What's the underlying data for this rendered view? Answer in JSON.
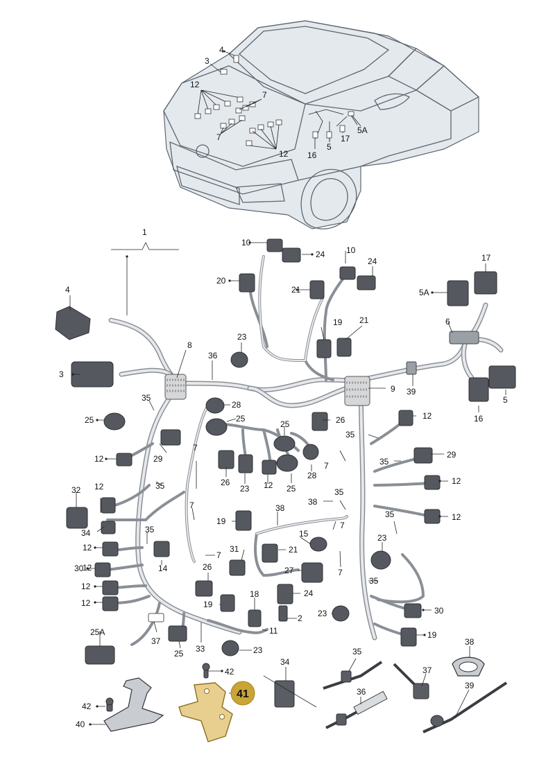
{
  "diagram": {
    "car_labels": {
      "l4": "4",
      "l3": "3",
      "l12a": "12",
      "l7a": "7",
      "l7b": "7",
      "l12b": "12",
      "l16": "16",
      "l5": "5",
      "l17": "17",
      "l5a": "5A"
    },
    "labels": {
      "l1": "1",
      "l10a": "10",
      "l24a": "24",
      "l10b": "10",
      "l24b": "24",
      "l17b": "17",
      "l5ab": "5A",
      "l20": "20",
      "l21a": "21",
      "l4b": "4",
      "l19a": "19",
      "l21b": "21",
      "l6": "6",
      "l8": "8",
      "l36": "36",
      "l23a": "23",
      "l3b": "3",
      "l9": "9",
      "l39a": "39",
      "l5b": "5",
      "l16b": "16",
      "l35a": "35",
      "l28a": "28",
      "l25a": "25",
      "l25b": "25",
      "l26a": "26",
      "l12c": "12",
      "l25c": "25",
      "l35b": "35",
      "l29a": "29",
      "l12d": "12",
      "l35c": "35",
      "l12e": "12",
      "l29b": "29",
      "l7c": "7",
      "l28b": "28",
      "l7d": "7",
      "l26b": "26",
      "l23b": "23",
      "l12f": "12",
      "l25d": "25",
      "l35d": "35",
      "l32": "32",
      "l12g": "12",
      "l35e": "35",
      "l12h": "12",
      "l34a": "34",
      "l7e": "7",
      "l38a": "38",
      "l38b": "38",
      "l19b": "19",
      "l35f": "35",
      "l12i": "12",
      "l35g": "35",
      "l7f": "7",
      "l15": "15",
      "l23c": "23",
      "l12j": "12",
      "l31": "31",
      "l21c": "21",
      "l14": "14",
      "l7g": "7",
      "l30a": "30",
      "l27": "27",
      "l7h": "7",
      "l35h": "35",
      "l26c": "26",
      "l12k": "12",
      "l18": "18",
      "l24c": "24",
      "l12l": "12",
      "l19c": "19",
      "l23d": "23",
      "l2": "2",
      "l30b": "30",
      "l25a2": "25A",
      "l37a": "37",
      "l25e": "25",
      "l33": "33",
      "l11": "11",
      "l23e": "23",
      "l19d": "19",
      "l42a": "42",
      "l34b": "34",
      "l35i": "35",
      "l37b": "37",
      "l38c": "38",
      "l36b": "36",
      "l39b": "39",
      "l42b": "42",
      "l40": "40",
      "l41": "41"
    },
    "highlight_color": "#c9a437"
  }
}
